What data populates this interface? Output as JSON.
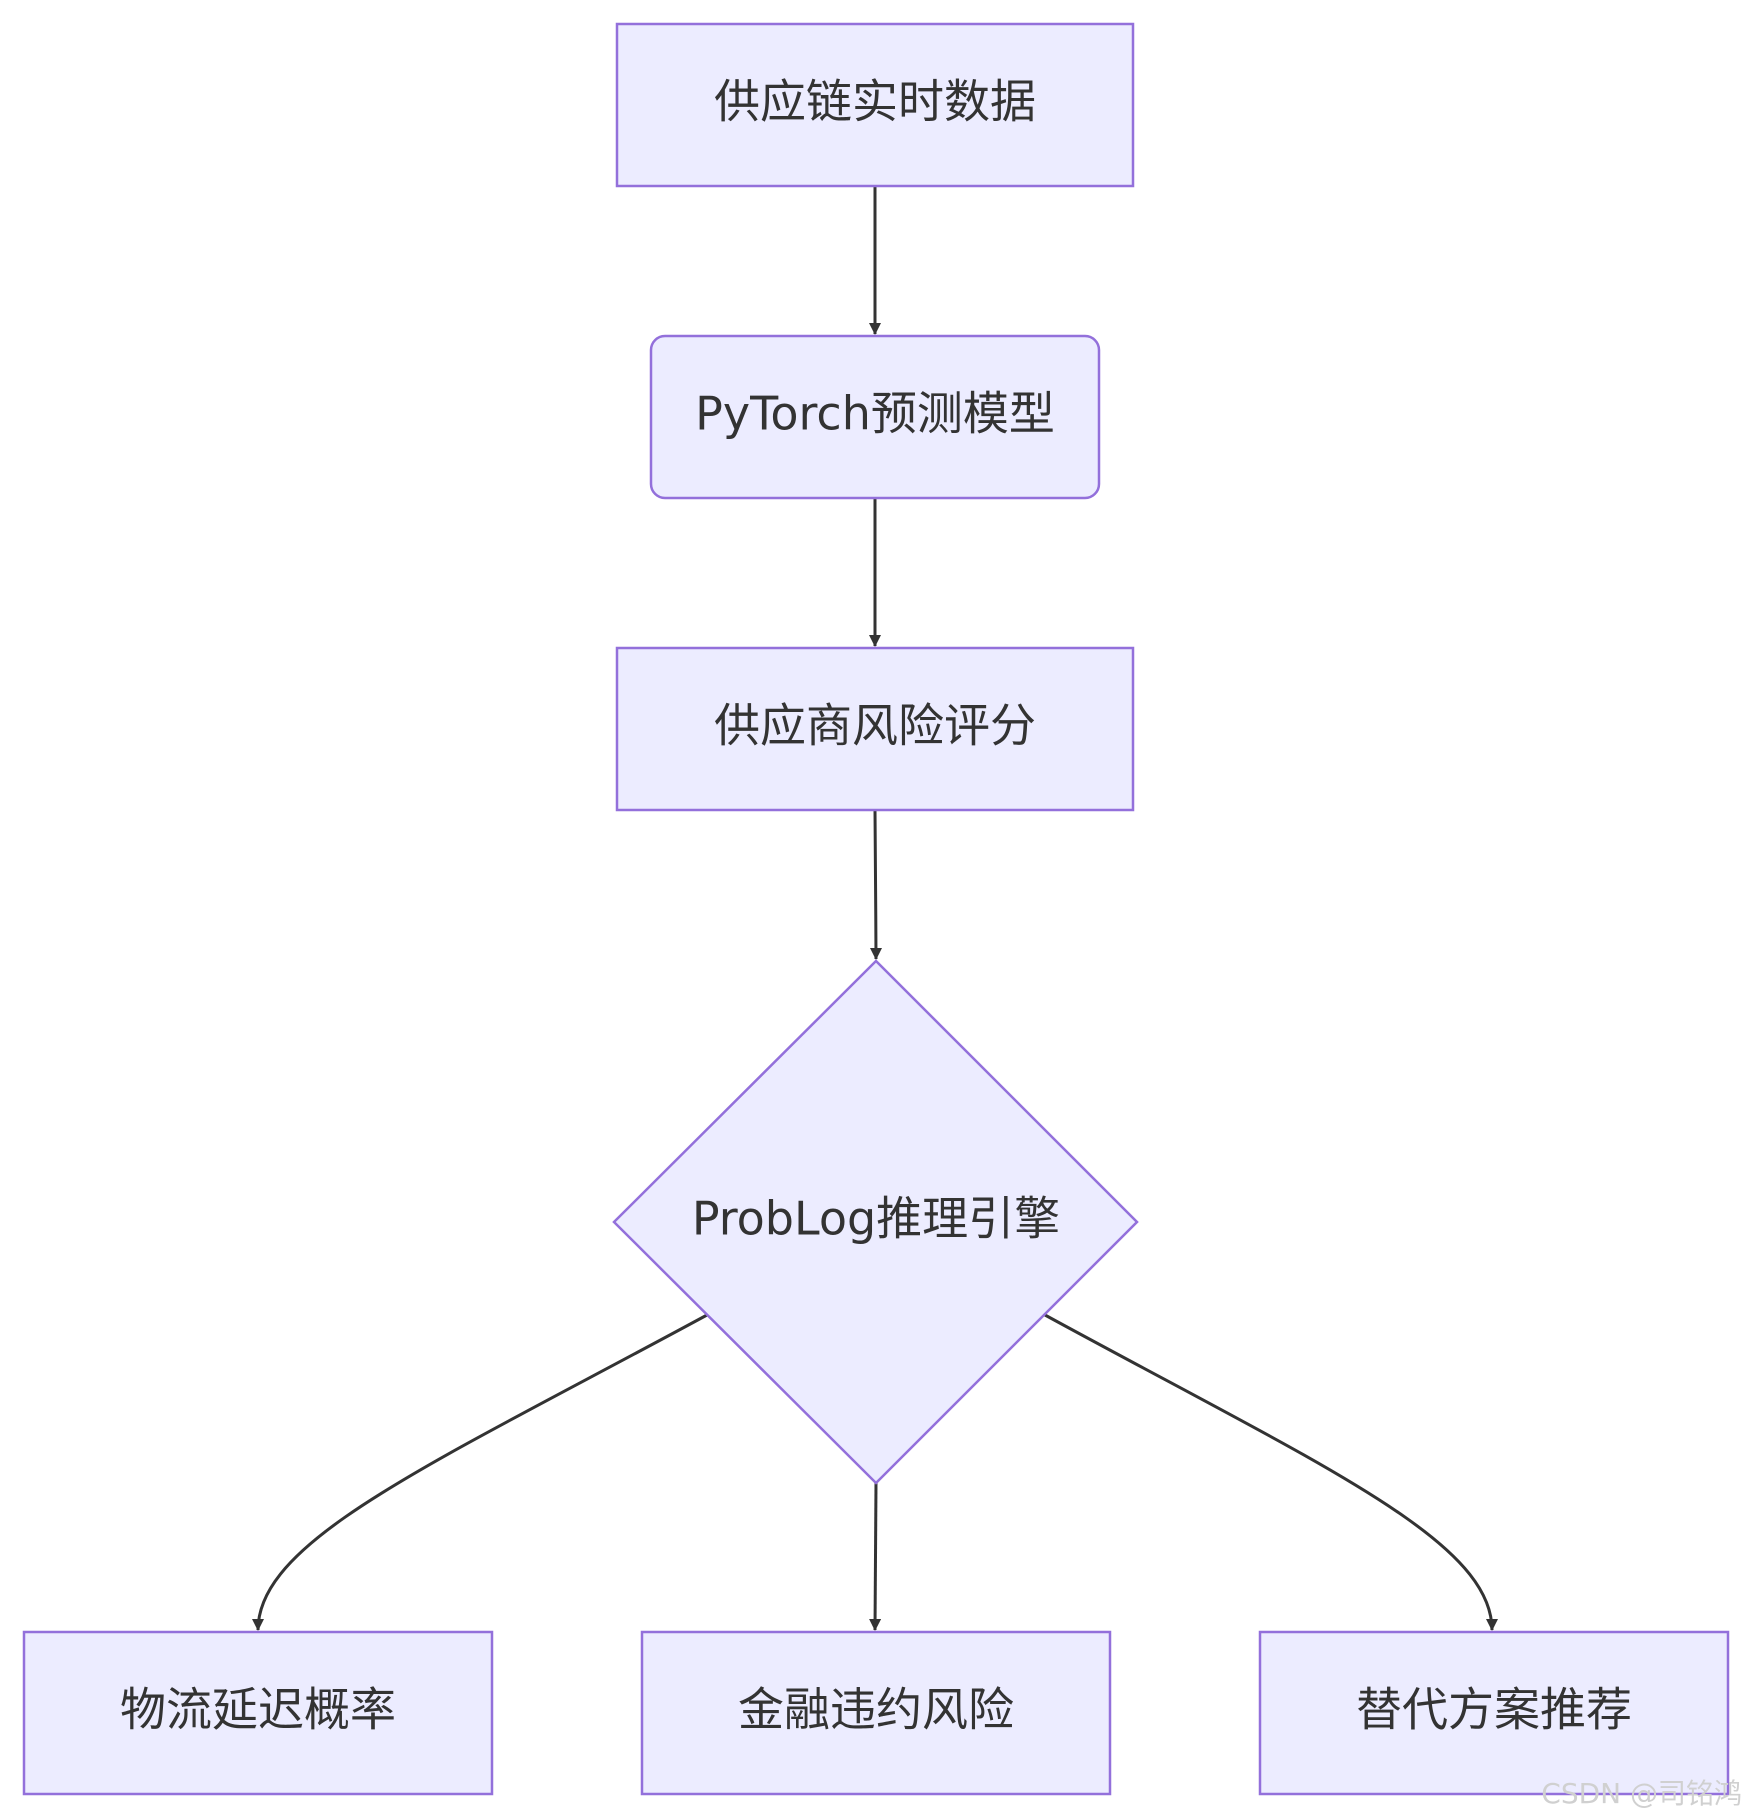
{
  "diagram": {
    "nodes": {
      "supply_chain_data": "供应链实时数据",
      "pytorch_model": "PyTorch预测模型",
      "supplier_risk_score": "供应商风险评分",
      "problog_engine": "ProbLog推理引擎",
      "logistics_delay": "物流延迟概率",
      "financial_default": "金融违约风险",
      "alternative_plan": "替代方案推荐"
    },
    "colors": {
      "node_fill": "#ECECFF",
      "node_stroke": "#9370DB",
      "edge": "#333333",
      "text": "#333333"
    }
  },
  "watermark": "CSDN @司铭鸿"
}
